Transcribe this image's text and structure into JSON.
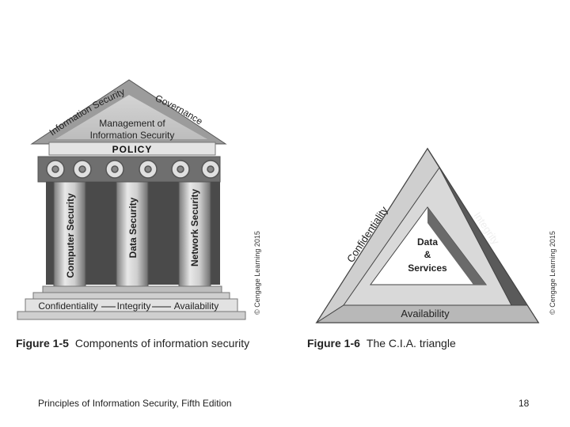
{
  "figure_1_5": {
    "roof_arc_left": "Information Security",
    "roof_arc_right": "Governance",
    "management_line1": "Management of",
    "management_line2": "Information Security",
    "policy": "POLICY",
    "pillars": [
      "Computer Security",
      "Data Security",
      "Network Security"
    ],
    "base_1": "Confidentiality",
    "base_2": "Integrity",
    "base_3": "Availability",
    "copyright": "© Cengage Learning 2015",
    "caption_label": "Figure 1-5",
    "caption_text": "Components of information security"
  },
  "figure_1_6": {
    "left_side": "Confidentiality",
    "right_side": "Integrity",
    "bottom_side": "Availability",
    "center_line1": "Data",
    "center_line2": "&",
    "center_line3": "Services",
    "copyright": "© Cengage Learning 2015",
    "caption_label": "Figure 1-6",
    "caption_text": "The C.I.A. triangle"
  },
  "footer": {
    "source": "Principles of Information Security, Fifth Edition",
    "page_number": "18"
  }
}
